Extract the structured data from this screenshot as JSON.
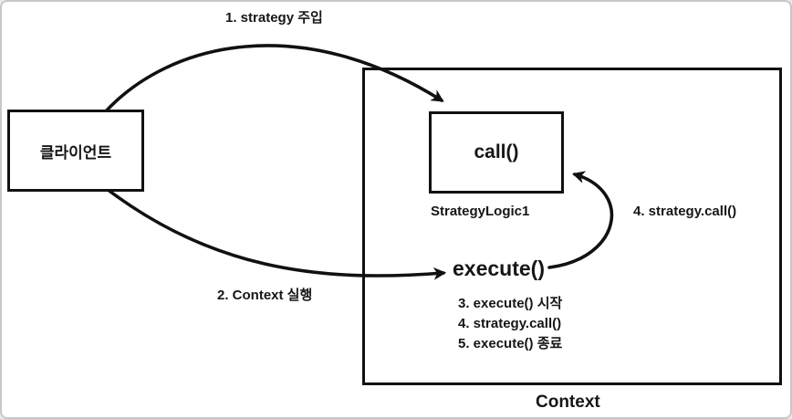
{
  "diagram": {
    "client_box": {
      "label": "클라이언트"
    },
    "context_box": {
      "caption": "Context"
    },
    "strategy_box": {
      "label": "call()",
      "caption": "StrategyLogic1"
    },
    "execute": {
      "label": "execute()"
    },
    "steps": [
      {
        "text": "3. execute() 시작"
      },
      {
        "text": "4. strategy.call()"
      },
      {
        "text": "5. execute() 종료"
      }
    ],
    "arrow_labels": {
      "inject": "1. strategy 주입",
      "context_run": "2. Context 실행",
      "strategy_call": "4. strategy.call()"
    },
    "colors": {
      "stroke": "#111111",
      "text": "#161616"
    }
  }
}
